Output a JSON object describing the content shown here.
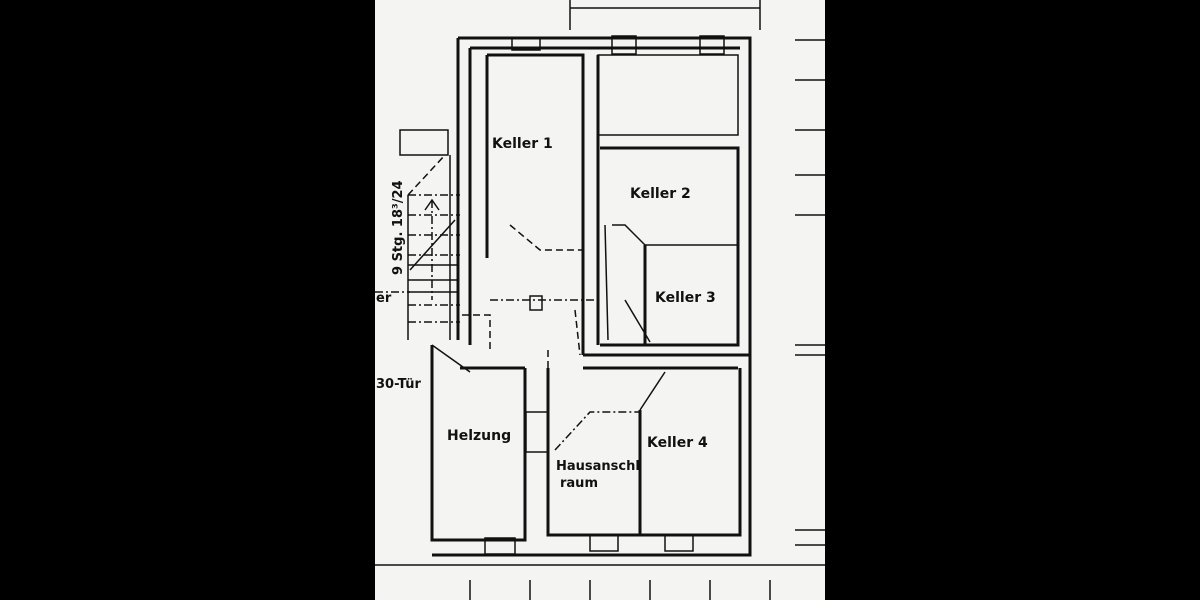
{
  "plan": {
    "rooms": {
      "keller1": "Keller 1",
      "keller2": "Keller 2",
      "keller3": "Keller 3",
      "keller4": "Keller 4",
      "heizung": "Helzung",
      "hausanschluss_line1": "Hausanschl",
      "hausanschluss_line2": "raum"
    },
    "stair_label": "9 Stg. 18³/24",
    "left_fragment": "er",
    "door_label": "30-Tür"
  }
}
